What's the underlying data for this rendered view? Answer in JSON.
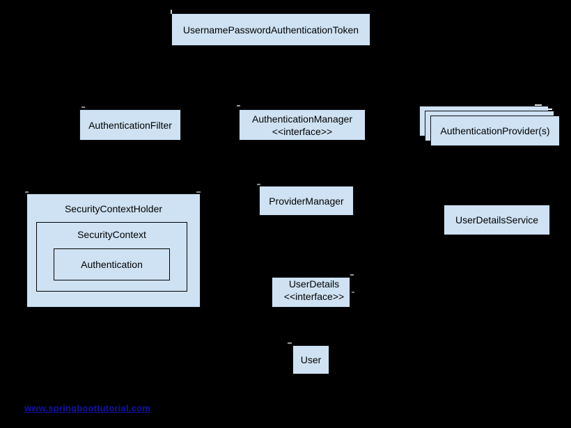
{
  "nodes": {
    "token": {
      "label": "UsernamePasswordAuthenticationToken"
    },
    "authenticationFilter": {
      "label": "AuthenticationFilter"
    },
    "authenticationManager": {
      "label": "AuthenticationManager",
      "stereotype": "<<interface>>"
    },
    "authenticationProviders": {
      "label": "AuthenticationProvider(s)"
    },
    "providerManager": {
      "label": "ProviderManager"
    },
    "userDetailsService": {
      "label": "UserDetailsService"
    },
    "securityContextHolder": {
      "label": "SecurityContextHolder"
    },
    "securityContext": {
      "label": "SecurityContext"
    },
    "authentication": {
      "label": "Authentication"
    },
    "userDetails": {
      "label": "UserDetails",
      "stereotype": "<<interface>>"
    },
    "user": {
      "label": "User"
    }
  },
  "footer": {
    "link_text": "www.springboottutorial.com"
  },
  "colors": {
    "background": "#000000",
    "node_fill": "#cfe2f3",
    "node_border": "#0c0f14",
    "inner_border": "#000000",
    "text": "#000000",
    "link": "#1212a8"
  }
}
